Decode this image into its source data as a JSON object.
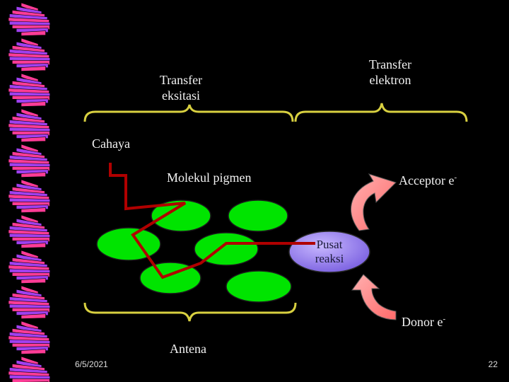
{
  "labels": {
    "transfer_eksitasi_1": "Transfer",
    "transfer_eksitasi_2": "eksitasi",
    "transfer_elektron_1": "Transfer",
    "transfer_elektron_2": "elektron",
    "cahaya": "Cahaya",
    "molekul_pigmen": "Molekul pigmen",
    "acceptor": "Acceptor e",
    "acceptor_sup": "-",
    "pusat_reaksi_1": "Pusat",
    "pusat_reaksi_2": "reaksi",
    "donor": "Donor e",
    "donor_sup": "-",
    "antena": "Antena"
  },
  "footer": {
    "date": "6/5/2021",
    "page_number": "22"
  },
  "colors": {
    "background": "#000000",
    "pigment_molecule": "#00e400",
    "reaction_center": "#8a72e8",
    "light_path": "#b00000",
    "brace": "#d8d040",
    "arrow": "#ff8a8a",
    "border_pattern": [
      "#ff3c96",
      "#a040f0"
    ]
  },
  "icons": {
    "border": "decorative-spiral-border",
    "arrows": "curved-arrow-icon"
  }
}
